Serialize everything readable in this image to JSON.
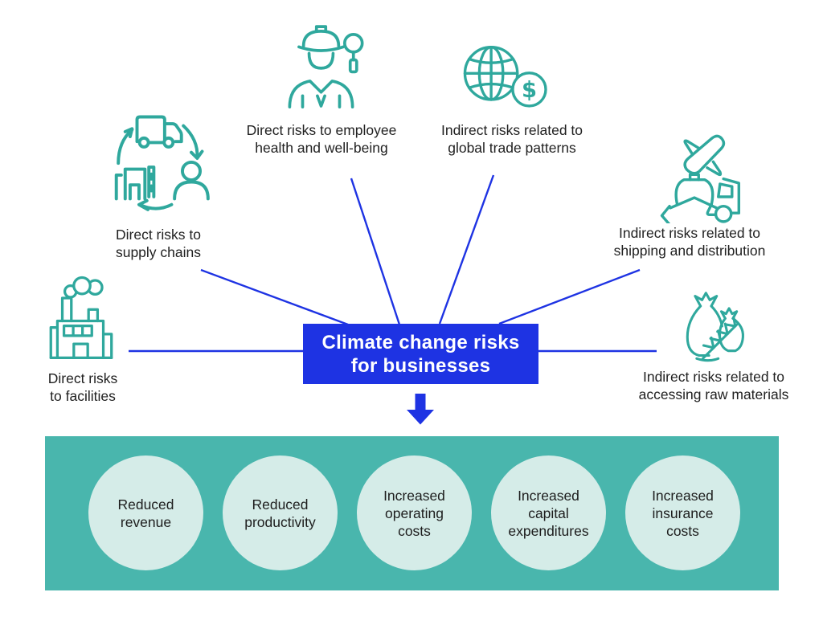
{
  "center": {
    "line1": "Climate change risks",
    "line2": "for businesses"
  },
  "risks": [
    {
      "icon": "supply-chain-icon",
      "line1": "Direct risks to",
      "line2": "supply chains"
    },
    {
      "icon": "worker-icon",
      "line1": "Direct risks to employee",
      "line2": "health and well-being"
    },
    {
      "icon": "globe-dollar-icon",
      "line1": "Indirect risks related to",
      "line2": "global trade patterns"
    },
    {
      "icon": "transport-icon",
      "line1": "Indirect risks related to",
      "line2": "shipping and distribution"
    },
    {
      "icon": "factory-icon",
      "line1": "Direct risks",
      "line2": "to facilities"
    },
    {
      "icon": "raw-materials-icon",
      "line1": "Indirect risks related to",
      "line2": "accessing raw materials"
    }
  ],
  "outcomes": [
    "Reduced revenue",
    "Reduced productivity",
    "Increased operating costs",
    "Increased capital expenditures",
    "Increased insurance costs"
  ],
  "colors": {
    "accent_blue": "#1E33E3",
    "icon_teal": "#2FA89D",
    "banner_teal": "#49B6AD",
    "circle_fill": "#D5ECE8",
    "label_text": "#212121",
    "center_text": "#FFFFFF"
  }
}
